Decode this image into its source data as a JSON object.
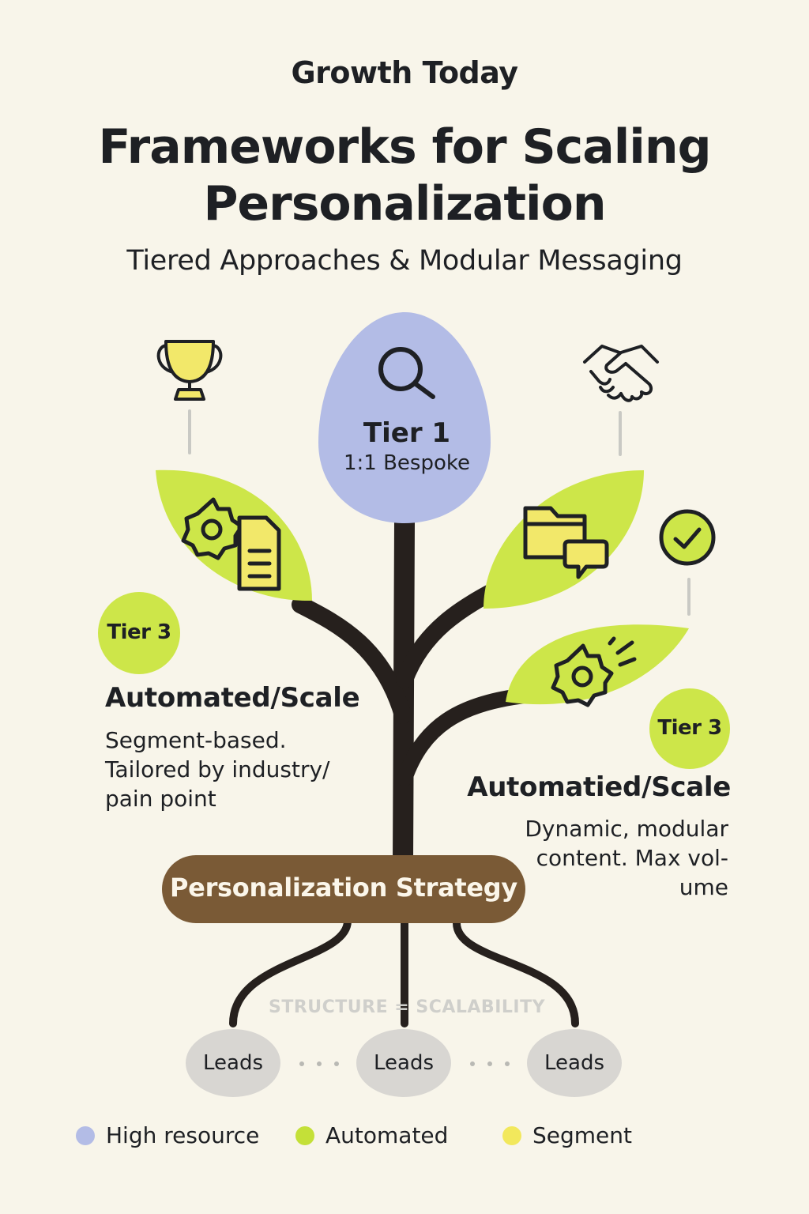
{
  "header": {
    "brand": "Growth Today",
    "title_line1": "Frameworks for Scaling",
    "title_line2": "Personalization",
    "subtitle": "Tiered Approaches & Modular Messaging"
  },
  "tier1": {
    "title": "Tier 1",
    "subtitle": "1:1 Bespoke",
    "icon": "magnifier-icon"
  },
  "left_branch": {
    "badge": "Tier 3",
    "heading": "Automated/Scale",
    "description": "Segment-based. Tailored by industry/ pain point",
    "top_icon": "trophy-icon",
    "leaf_icons": [
      "gear-icon",
      "document-icon"
    ]
  },
  "right_branch": {
    "badge": "Tier 3",
    "heading": "Automatied/Scale",
    "description_lines": [
      "Dynamic, modular",
      "content. Max vol-",
      "ume"
    ],
    "top_icon": "handshake-icon",
    "check_icon": "check-circle-icon",
    "upper_leaf_icons": [
      "folder-icon",
      "chat-bubble-icon"
    ],
    "lower_leaf_icons": [
      "gear-icon",
      "spark-lines-icon"
    ]
  },
  "root": {
    "label": "Personalization Strategy"
  },
  "tagline": "STRUCTURE = SCALABILITY",
  "leads": [
    "Leads",
    "Leads",
    "Leads"
  ],
  "legend": [
    {
      "label": "High resource",
      "color": "#b3bce6"
    },
    {
      "label": "Automated",
      "color": "#c4e038"
    },
    {
      "label": "Segment",
      "color": "#f2e85c"
    }
  ],
  "colors": {
    "background": "#f8f5ea",
    "tier1_fill": "#b3bce6",
    "leaf_green": "#cde649",
    "trunk": "#26201d",
    "root_brown": "#7a5a36",
    "lead_gray": "#d8d6d2",
    "icon_yellow": "#f2e86a"
  }
}
